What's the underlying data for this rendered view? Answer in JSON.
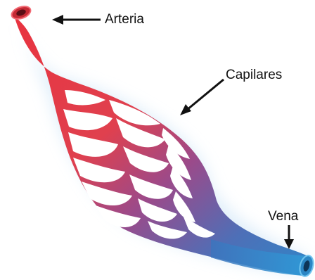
{
  "diagram": {
    "labels": {
      "arteria": "Arteria",
      "capilares": "Capilares",
      "vena": "Vena"
    },
    "colors": {
      "artery": "#e8333f",
      "transition": "#9b4a8a",
      "vein": "#2f86c8",
      "glow": "#c9e2f6",
      "arrow": "#111111"
    }
  }
}
